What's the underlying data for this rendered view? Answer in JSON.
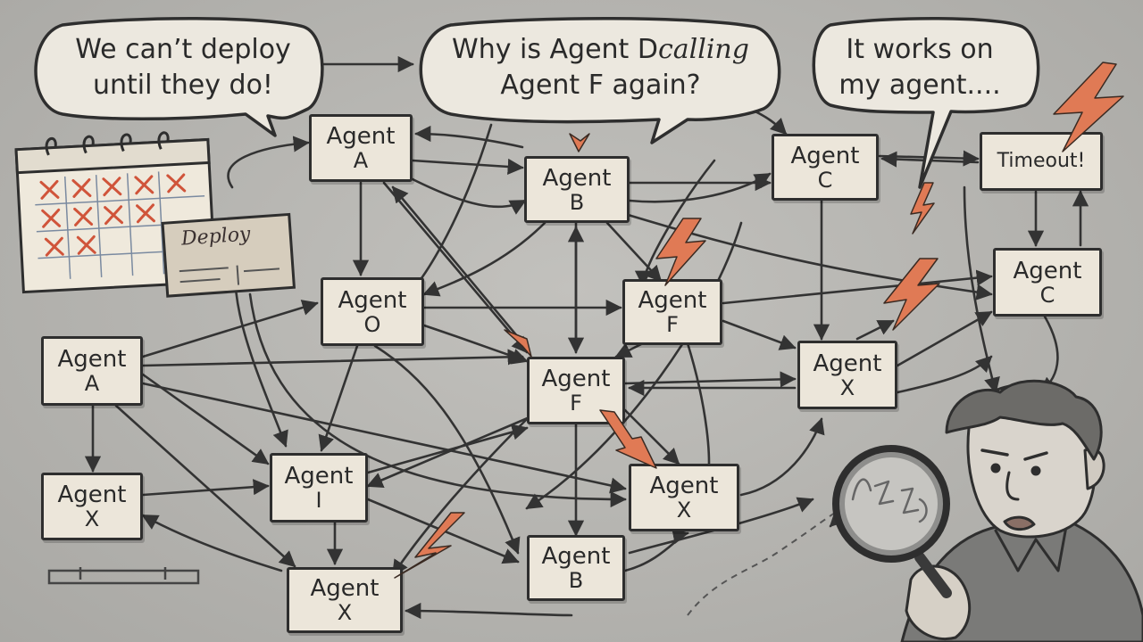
{
  "speech_bubbles": {
    "deploy_wait": {
      "line1": "We can’t deploy",
      "line2": "until they do!"
    },
    "why_calling": {
      "line1_a": "Why is Agent D",
      "line1_b": "calling",
      "line2": "Agent F again?"
    },
    "works_on": {
      "line1": "It works on",
      "line2": "my agent...."
    }
  },
  "calendar": {
    "note_label": "Deploy"
  },
  "nodes": {
    "agent_a_top": {
      "name": "Agent",
      "id": "A"
    },
    "agent_b_top": {
      "name": "Agent",
      "id": "B"
    },
    "agent_c_top": {
      "name": "Agent",
      "id": "C"
    },
    "timeout": {
      "name": "Timeout!",
      "id": ""
    },
    "agent_c_right": {
      "name": "Agent",
      "id": "C"
    },
    "agent_o": {
      "name": "Agent",
      "id": "O"
    },
    "agent_f_mid": {
      "name": "Agent",
      "id": "F"
    },
    "agent_a_left": {
      "name": "Agent",
      "id": "A"
    },
    "agent_f_center": {
      "name": "Agent",
      "id": "F"
    },
    "agent_x_right": {
      "name": "Agent",
      "id": "X"
    },
    "agent_x_left": {
      "name": "Agent",
      "id": "X"
    },
    "agent_i": {
      "name": "Agent",
      "id": "I"
    },
    "agent_x_mid": {
      "name": "Agent",
      "id": "X"
    },
    "agent_x_bottom": {
      "name": "Agent",
      "id": "X"
    },
    "agent_b_bottom": {
      "name": "Agent",
      "id": "B"
    }
  },
  "colors": {
    "lightning": "#e07a55",
    "box_fill": "#ece6da",
    "ink": "#2e2e2e",
    "background": "#b5b4b0"
  },
  "icons": [
    "lightning-bolt-icon",
    "magnifying-glass-icon",
    "calendar-icon",
    "person-illustration"
  ]
}
